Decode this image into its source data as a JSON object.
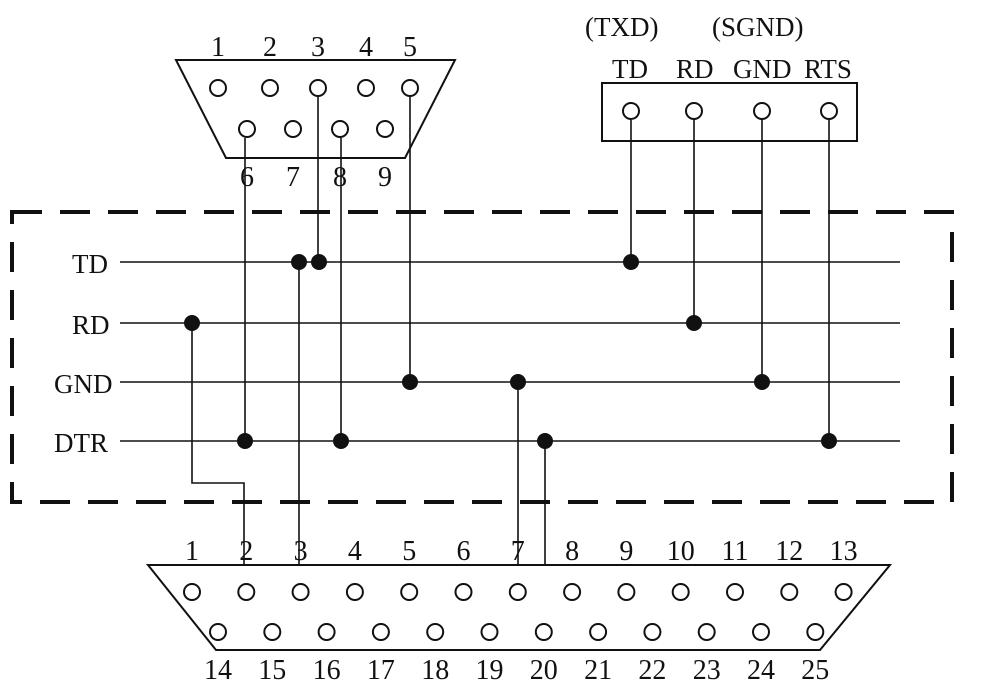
{
  "signal_lines": [
    "TD",
    "RD",
    "GND",
    "DTR"
  ],
  "db9": {
    "top_row": [
      "1",
      "2",
      "3",
      "4",
      "5"
    ],
    "bottom_row": [
      "6",
      "7",
      "8",
      "9"
    ]
  },
  "header_block": {
    "labels": [
      "TD",
      "RD",
      "GND",
      "RTS"
    ],
    "annotations": [
      "(TXD)",
      "(SGND)"
    ]
  },
  "db25": {
    "top_row": [
      "1",
      "2",
      "3",
      "4",
      "5",
      "6",
      "7",
      "8",
      "9",
      "10",
      "11",
      "12",
      "13"
    ],
    "bottom_row": [
      "14",
      "15",
      "16",
      "17",
      "18",
      "19",
      "20",
      "21",
      "22",
      "23",
      "24",
      "25"
    ]
  }
}
